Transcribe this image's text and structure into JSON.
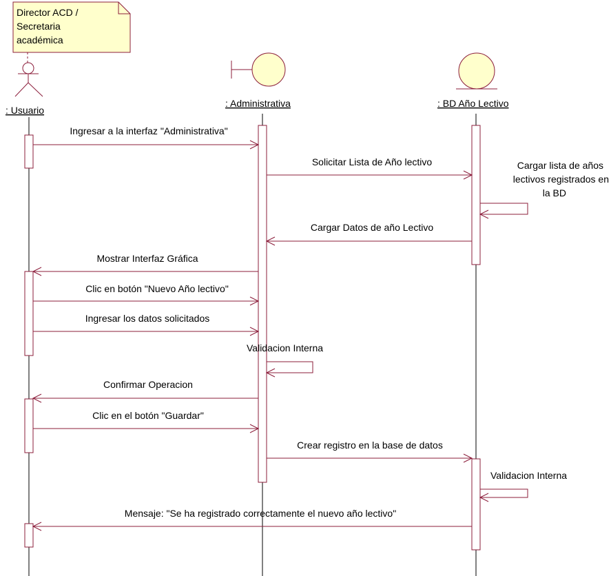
{
  "note": {
    "lines": [
      "Director ACD /",
      "Secretaria",
      "académica"
    ]
  },
  "participants": [
    {
      "id": "usuario",
      "label": ": Usuario",
      "kind": "actor"
    },
    {
      "id": "administrativa",
      "label": ": Administrativa",
      "kind": "boundary"
    },
    {
      "id": "bd",
      "label": ": BD Año Lectivo",
      "kind": "entity"
    }
  ],
  "messages": [
    {
      "from": "usuario",
      "to": "administrativa",
      "label": "Ingresar a la interfaz \"Administrativa\""
    },
    {
      "from": "administrativa",
      "to": "bd",
      "label": "Solicitar Lista de Año lectivo"
    },
    {
      "from": "bd",
      "to": "bd",
      "label_lines": [
        "Cargar lista de años",
        "lectivos registrados en",
        "la BD"
      ]
    },
    {
      "from": "bd",
      "to": "administrativa",
      "label": "Cargar Datos de año Lectivo"
    },
    {
      "from": "administrativa",
      "to": "usuario",
      "label": "Mostrar Interfaz Gráfica"
    },
    {
      "from": "usuario",
      "to": "administrativa",
      "label": "Clic en botón \"Nuevo Año lectivo\""
    },
    {
      "from": "usuario",
      "to": "administrativa",
      "label": "Ingresar los datos solicitados"
    },
    {
      "from": "administrativa",
      "to": "administrativa",
      "label": "Validacion Interna"
    },
    {
      "from": "administrativa",
      "to": "usuario",
      "label": "Confirmar Operacion"
    },
    {
      "from": "usuario",
      "to": "administrativa",
      "label": "Clic en el botón \"Guardar\""
    },
    {
      "from": "administrativa",
      "to": "bd",
      "label": "Crear registro en la base de datos"
    },
    {
      "from": "bd",
      "to": "bd",
      "label": "Validacion Interna"
    },
    {
      "from": "bd",
      "to": "usuario",
      "label": "Mensaje: \"Se ha registrado correctamente el nuevo año lectivo\""
    }
  ],
  "colors": {
    "note_fill": "#ffffcc",
    "shape_fill": "#ffffcc",
    "message_line": "#8b1c3a",
    "lifeline": "#000000"
  }
}
